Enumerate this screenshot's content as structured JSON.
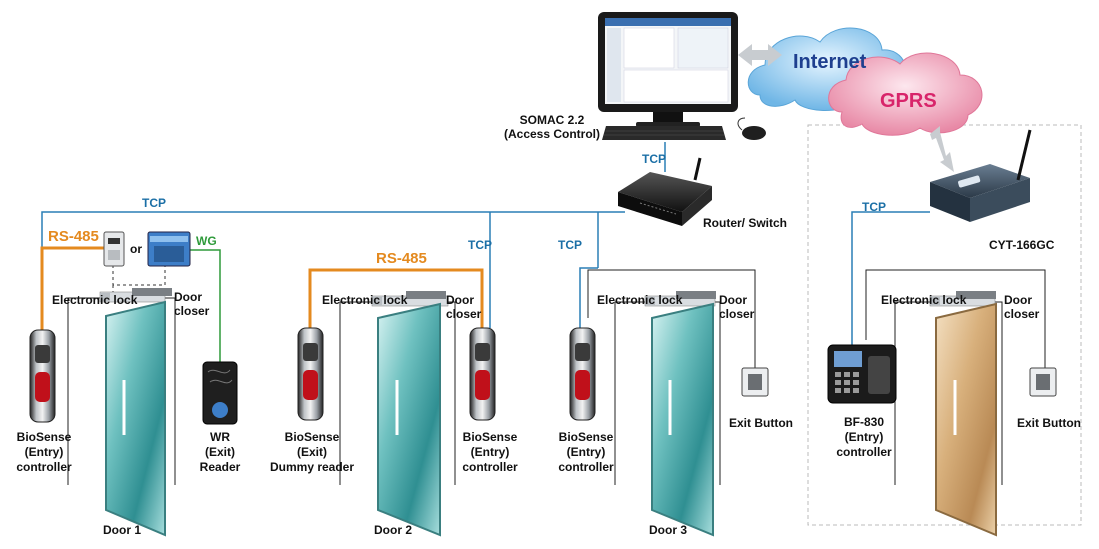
{
  "software": {
    "name": "SOMAC  2.2",
    "desc": "(Access Control)"
  },
  "network": {
    "internet": "Internet",
    "gprs": "GPRS",
    "tcp": "TCP",
    "router": "Router/ Switch",
    "gprs_module": "CYT-166GC",
    "rs485": "RS-485",
    "wg": "WG",
    "or": "or"
  },
  "doors": [
    {
      "name": "Door 1",
      "lock": "Electronic lock",
      "closer": [
        "Door",
        "closer"
      ],
      "entry": [
        "BioSense",
        "(Entry)",
        "controller"
      ],
      "exit": [
        "WR",
        "(Exit)",
        "Reader"
      ]
    },
    {
      "name": "Door 2",
      "lock": "Electronic lock",
      "closer": [
        "Door",
        "closer"
      ],
      "exit": [
        "BioSense",
        "(Exit)",
        "Dummy reader"
      ],
      "entry": [
        "BioSense",
        "(Entry)",
        "controller"
      ]
    },
    {
      "name": "Door 3",
      "lock": "Electronic lock",
      "closer": [
        "Door",
        "closer"
      ],
      "entry": [
        "BioSense",
        "(Entry)",
        "controller"
      ],
      "exit_button": "Exit Button"
    },
    {
      "lock": "Electronic lock",
      "closer": [
        "Door",
        "closer"
      ],
      "entry": [
        "BF-830",
        "(Entry)",
        "controller"
      ],
      "exit_button": "Exit Button"
    }
  ],
  "colors": {
    "tcp_line": "#2a7fb5",
    "rs485_line": "#e48a1f",
    "wg_line": "#2e9a3a",
    "internet_cloud": "#9fd0f0",
    "gprs_cloud": "#f3b3c6",
    "internet_text": "#1e3f8f",
    "gprs_text": "#d8246a"
  }
}
